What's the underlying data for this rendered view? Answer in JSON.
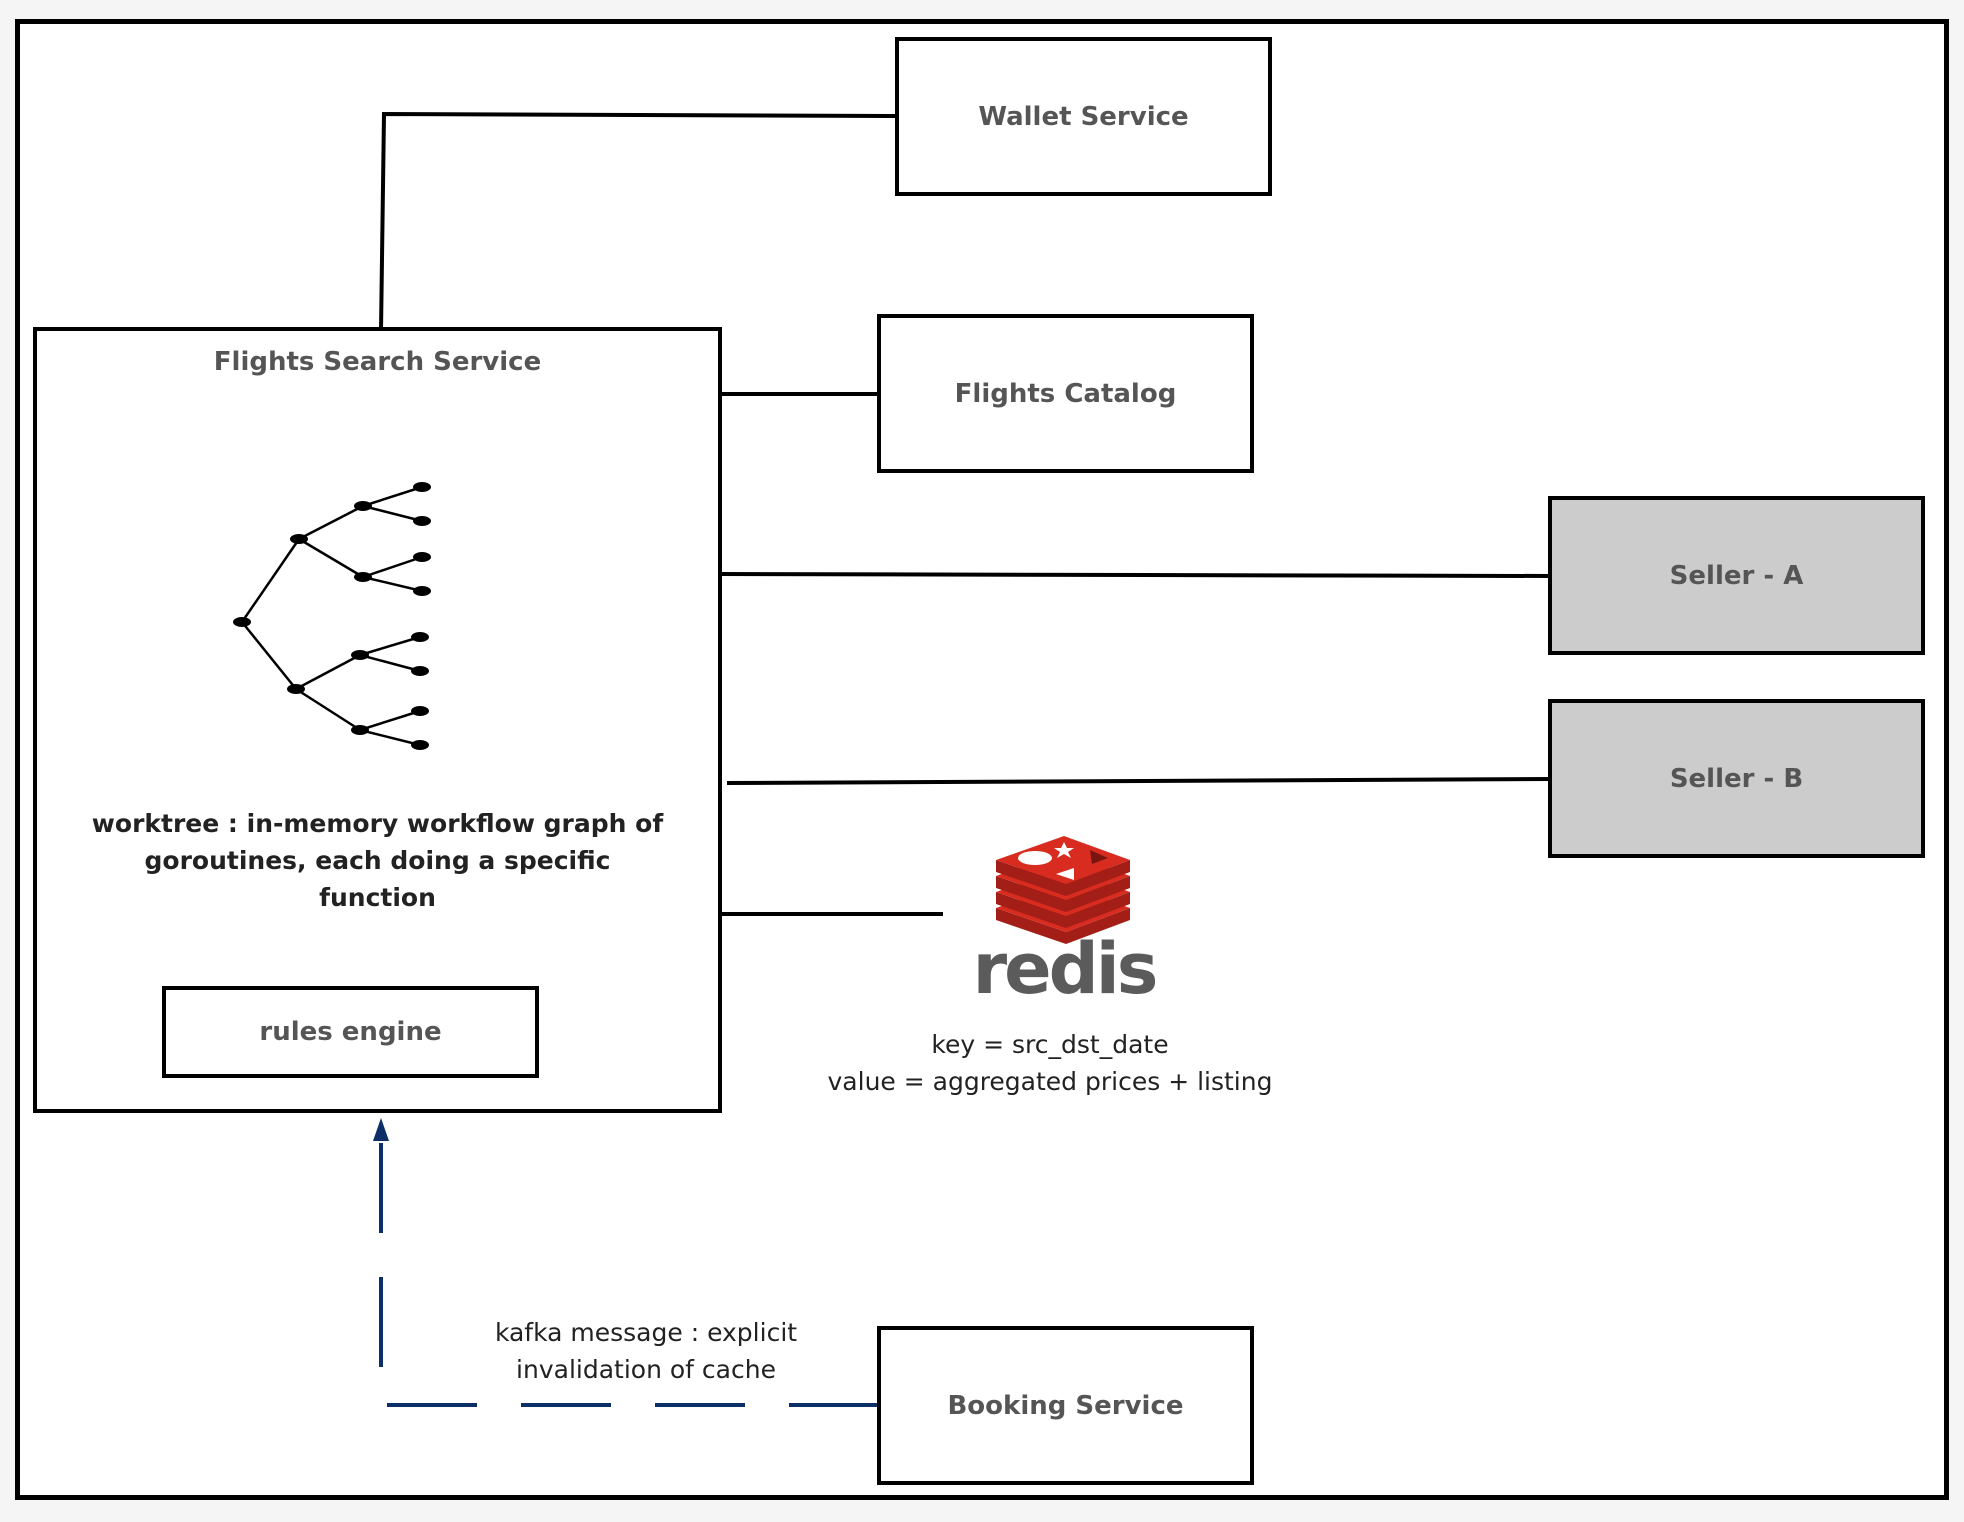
{
  "services": {
    "wallet": "Wallet Service",
    "flights_search": "Flights Search Service",
    "flights_catalog": "Flights Catalog",
    "seller_a": "Seller - A",
    "seller_b": "Seller - B",
    "booking": "Booking Service",
    "rules_engine": "rules engine"
  },
  "worktree_caption": {
    "line1": "worktree : in-memory workflow graph of",
    "line2": "goroutines, each doing a specific",
    "line3": "function"
  },
  "redis": {
    "logo_text": "redis",
    "key_line": "key = src_dst_date",
    "value_line": "value = aggregated prices + listing"
  },
  "kafka_caption": {
    "line1": "kafka message : explicit",
    "line2": "invalidation of cache"
  },
  "colors": {
    "line": "#000000",
    "dashed_arrow": "#0b2f66",
    "seller_fill": "#cccccc",
    "redis_red": "#d82c20",
    "redis_text": "#5b5b5b"
  }
}
